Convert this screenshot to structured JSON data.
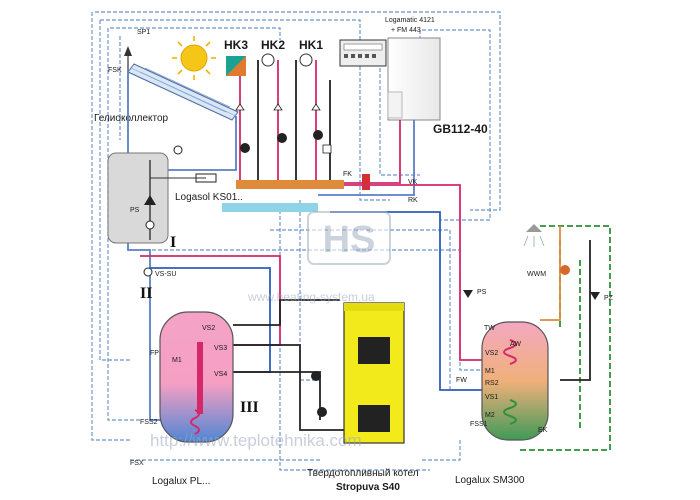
{
  "labels": {
    "solar_collector": "Гелиоколлектор",
    "sp1": "SP1",
    "fsk": "FSK",
    "solar_station": "Logasol KS01..",
    "ps": "PS",
    "hk1": "HK1",
    "hk2": "HK2",
    "hk3": "HK3",
    "controller": "Logamatic 4121",
    "controller_module": "+ FM 443",
    "boiler_gas": "GB112-40",
    "fk": "FK",
    "vk": "VK",
    "rk": "RK",
    "vs_su": "VS-SU",
    "roman_1": "I",
    "roman_2": "II",
    "roman_3": "III",
    "fp": "FP",
    "m1_left": "M1",
    "vs2_left": "VS2",
    "vs3_left": "VS3",
    "vs4_left": "VS4",
    "fss2_left": "FSS2",
    "fsx": "FSX",
    "tank_left": "Logalux PL...",
    "solid_boiler_line1": "Твердотопливный котел",
    "solid_boiler_line2": "Stropuva S40",
    "fw": "FW",
    "ps_right": "PS",
    "pz": "PZ",
    "wwm": "WWM",
    "tw": "TW",
    "aw": "AW",
    "vs2_right": "VS2",
    "m1_right": "M1",
    "rs2": "RS2",
    "vs1": "VS1",
    "m2": "M2",
    "fss1": "FSS1",
    "ek": "EK",
    "tank_right": "Logalux SM300",
    "watermark_logo": "HS",
    "watermark_url1": "www.heating-system.ua",
    "watermark_url2": "http://www.teplotehnika.com"
  },
  "colors": {
    "flow_hot": "#d4286b",
    "flow_cold": "#2f5fb8",
    "solar_loop": "#5a7fc9",
    "dhw_green": "#2f8f3a",
    "return_black": "#222222",
    "solid_boiler": "#f2ea1a",
    "orange_manifold": "#e08a3c",
    "cyan_manifold": "#8fd3e6",
    "sun": "#f5c518",
    "control_dashed": "#5f88c9",
    "tank_top": "#f4a3c6",
    "tank_bottom": "#5b8fd6"
  }
}
